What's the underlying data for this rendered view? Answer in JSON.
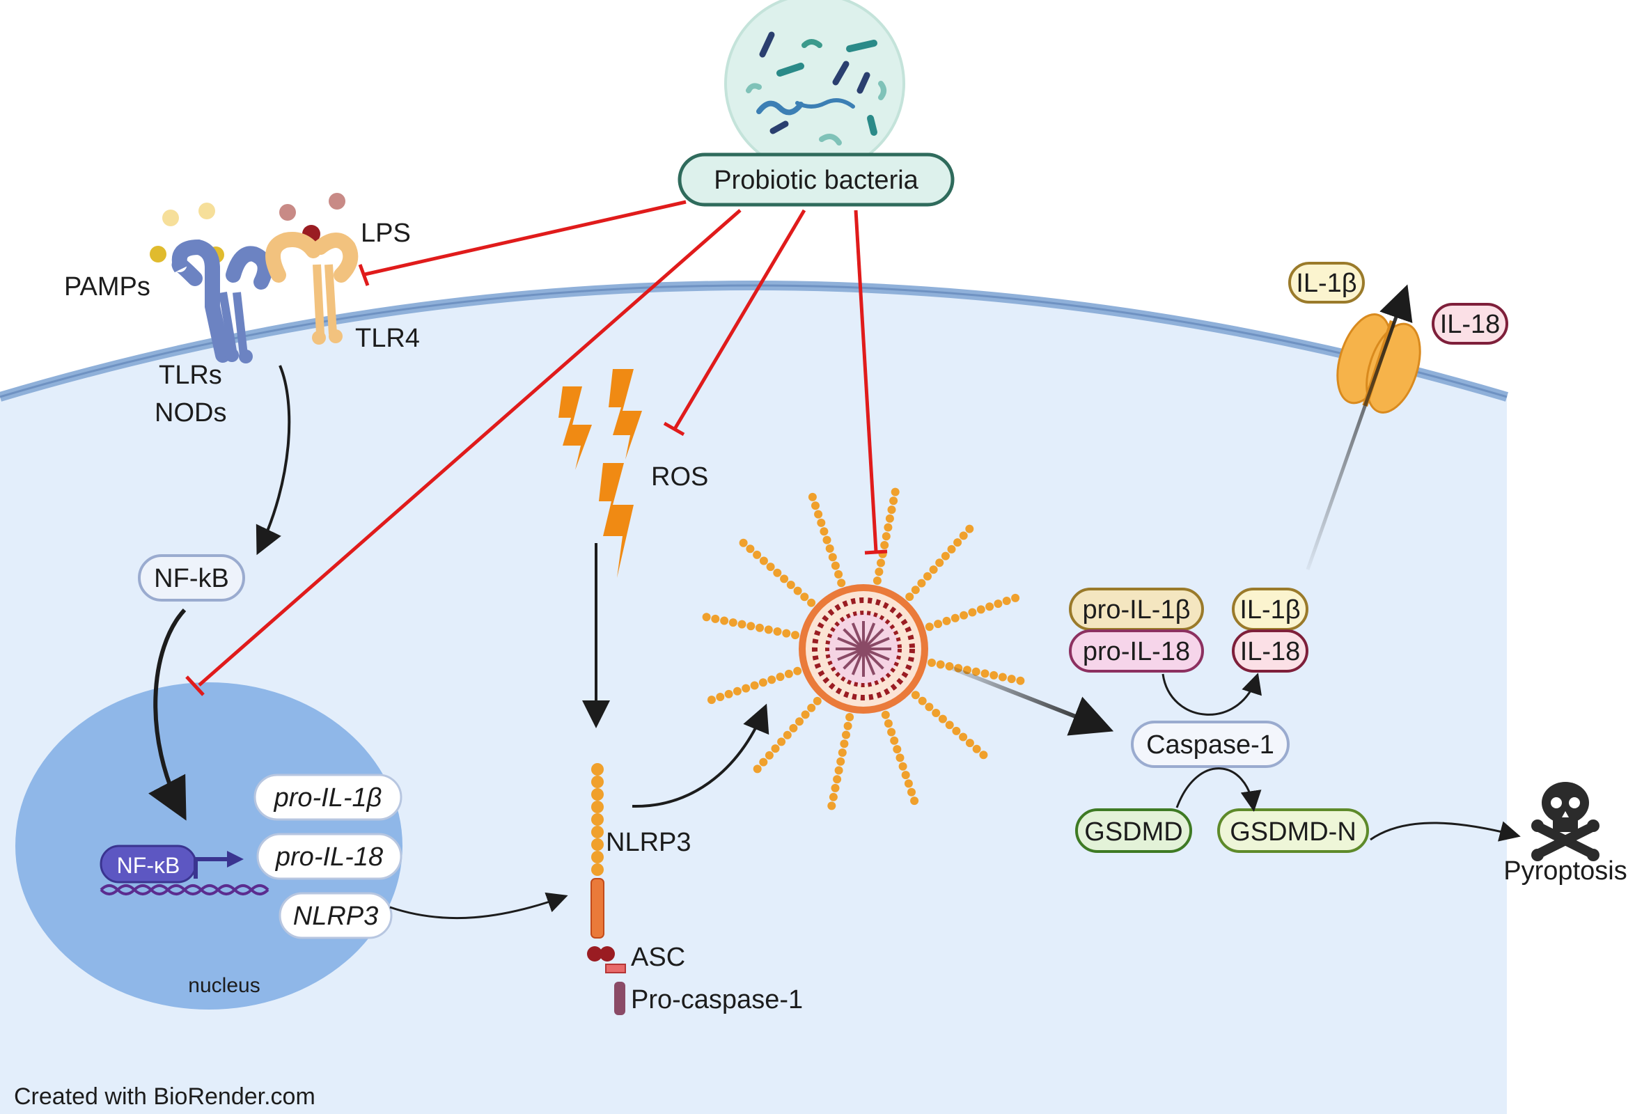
{
  "source": {
    "label": "Probiotic bacteria"
  },
  "receptors": {
    "pamps": "PAMPs",
    "lps": "LPS",
    "tlr4": "TLR4",
    "tlrs": "TLRs",
    "nods": "NODs"
  },
  "signaling": {
    "nfkb_cyto": "NF-kB",
    "nfkb_nuclear": "NF-κB",
    "ros": "ROS"
  },
  "nucleus": {
    "label": "nucleus",
    "genes": [
      "pro-IL-1β",
      "pro-IL-18",
      "NLRP3"
    ]
  },
  "inflammasome": {
    "nlrp3": "NLRP3",
    "asc": "ASC",
    "procaspase": "Pro-caspase-1"
  },
  "cytokines": {
    "pro_il1b": "pro-IL-1β",
    "pro_il18": "pro-IL-18",
    "il1b": "IL-1β",
    "il18": "IL-18",
    "caspase1": "Caspase-1",
    "gsdmd": "GSDMD",
    "gsdmd_n": "GSDMD-N",
    "released_il1b": "IL-1β",
    "released_il18": "IL-18"
  },
  "outcome": {
    "pyroptosis": "Pyroptosis"
  },
  "footer": {
    "credit": "Created with BioRender.com"
  },
  "colors": {
    "cell_fill": "#e3eefb",
    "membrane": "#8fb0d9",
    "nucleus_fill": "#8fb7e8",
    "inhibition": "#e01b1b",
    "ros": "#f08a13",
    "inflammasome_bead": "#f0a02c",
    "pill_border": "#9aabcf",
    "pro_il1b_fill": "#f4e6c0",
    "pro_il1b_border": "#9a7a2a",
    "pro_il18_fill": "#f6d5ea",
    "pro_il18_border": "#8c3060",
    "il1b_fill": "#fbf4cf",
    "il18_fill": "#fbe0e6",
    "il18_border": "#7e1f3a",
    "gsdmd_fill": "#e3f2d8",
    "gsdmd_border": "#3e7a24",
    "bacteria_fill": "#ddf1ec",
    "bacteria_border": "#2f6b5c"
  },
  "icons": [
    "bacteria-icon",
    "tlr-receptor-icon",
    "tlr4-receptor-icon",
    "ros-lightning-icon",
    "inflammasome-icon",
    "channel-pore-icon",
    "skull-crossbones-icon",
    "dna-icon"
  ]
}
